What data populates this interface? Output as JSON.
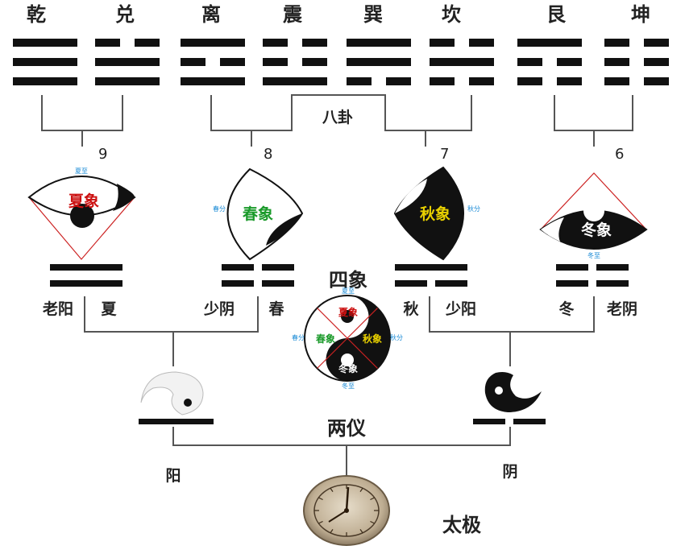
{
  "trigrams": [
    {
      "name": "乾",
      "lines": [
        1,
        1,
        1
      ]
    },
    {
      "name": "兑",
      "lines": [
        0,
        1,
        1
      ]
    },
    {
      "name": "离",
      "lines": [
        1,
        0,
        1
      ]
    },
    {
      "name": "震",
      "lines": [
        0,
        0,
        1
      ]
    },
    {
      "name": "巽",
      "lines": [
        1,
        1,
        0
      ]
    },
    {
      "name": "坎",
      "lines": [
        0,
        1,
        0
      ]
    },
    {
      "name": "艮",
      "lines": [
        1,
        0,
        0
      ]
    },
    {
      "name": "坤",
      "lines": [
        0,
        0,
        0
      ]
    }
  ],
  "bagua_label": "八卦",
  "sixiang_label": "四象",
  "liangyi_label": "两仪",
  "taiji_label": "太极",
  "numbers": [
    "9",
    "8",
    "7",
    "6"
  ],
  "xiang_labels": {
    "laoyang": "老阳",
    "xia": "夏",
    "shaoyin": "少阴",
    "chun": "春",
    "qiu": "秋",
    "shaoyang": "少阳",
    "dong": "冬",
    "laoyin": "老阴"
  },
  "fan_text": {
    "summer": "夏象",
    "spring": "春象",
    "autumn": "秋象",
    "winter": "冬象",
    "xiazhi": "夏至",
    "chunfen": "春分",
    "qiufen": "秋分",
    "dongzhi": "冬至"
  },
  "yang_label": "阳",
  "yin_label": "阴",
  "colors": {
    "line": "#111111",
    "connector": "#555555",
    "summer": "#cc1111",
    "spring": "#1a9a2a",
    "autumn": "#e8d000",
    "solstice_text": "#1b8bd6",
    "fan_border": "#cc2222"
  }
}
